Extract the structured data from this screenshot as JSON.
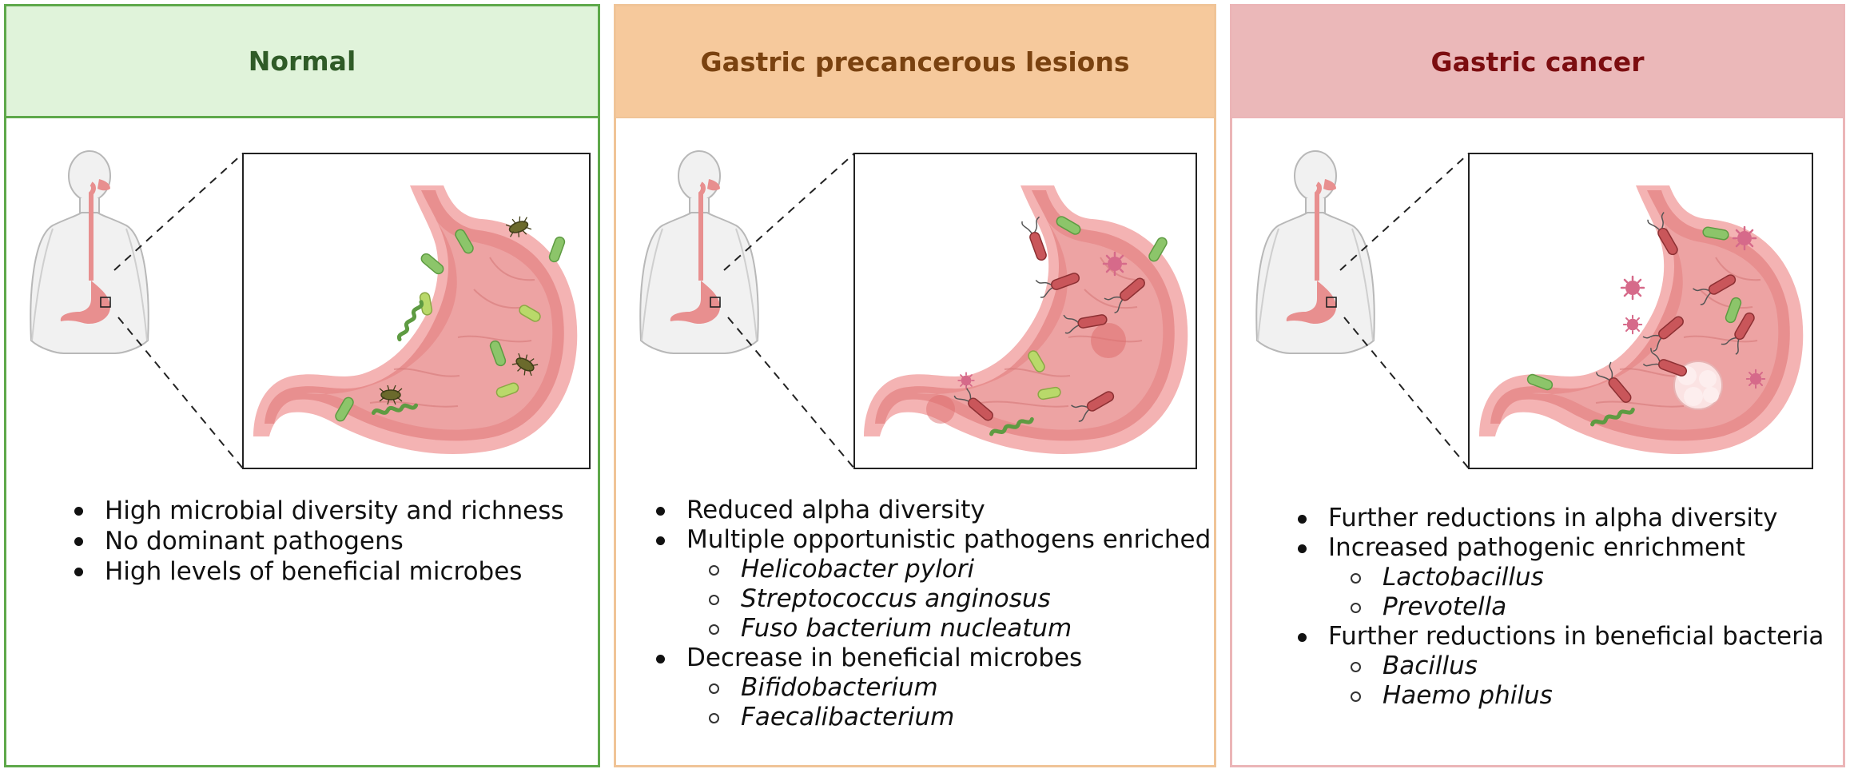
{
  "colors": {
    "normal_border": "#5ea84a",
    "normal_header_bg": "#e0f3da",
    "normal_title": "#2f5b27",
    "precancer_border": "#f0c497",
    "precancer_header_bg": "#f6c99c",
    "precancer_title": "#7a4210",
    "cancer_border": "#ebb5b7",
    "cancer_header_bg": "#ebb8b9",
    "cancer_title": "#7c0d10",
    "stomach": "#e88f8f"
  },
  "panels": {
    "normal": {
      "title": "Normal",
      "bullets": [
        "High microbial diversity and richness",
        "No dominant pathogens",
        "High levels of beneficial microbes"
      ]
    },
    "precancer": {
      "title": "Gastric precancerous lesions",
      "bullets": [
        "Reduced alpha diversity",
        "Multiple opportunistic pathogens enriched",
        "Helicobacter  pylori",
        "Streptococcus  anginosus",
        "Fuso bacterium  nucleatum",
        "Decrease in beneficial microbes",
        "Bifidobacterium",
        "Faecalibacterium"
      ]
    },
    "cancer": {
      "title": "Gastric cancer",
      "bullets": [
        "Further reductions in alpha diversity",
        "Increased pathogenic enrichment",
        "Lactobacillus",
        "Prevotella",
        "Further reductions in beneficial bacteria",
        "Bacillus",
        "Haemo philus"
      ]
    }
  }
}
